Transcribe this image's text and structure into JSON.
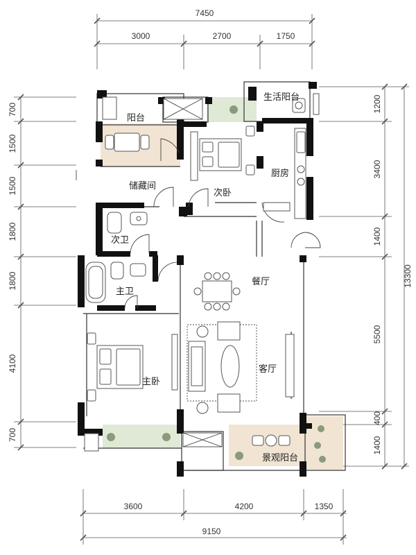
{
  "dimensions": {
    "top_total": "7450",
    "top_segments": [
      "3000",
      "2700",
      "1750"
    ],
    "bottom_segments": [
      "3600",
      "4200",
      "1350"
    ],
    "bottom_total": "9150",
    "left_segments": [
      "700",
      "1500",
      "1500",
      "1800",
      "1800",
      "4100",
      "700"
    ],
    "right_segments": [
      "1200",
      "3400",
      "1400",
      "5500",
      "400",
      "1400"
    ],
    "right_total": "13300"
  },
  "rooms": {
    "balcony": "阳台",
    "storage": "储藏间",
    "second_bedroom": "次卧",
    "kitchen": "厨房",
    "utility_balcony": "生活阳台",
    "second_bath": "次卫",
    "master_bath": "主卫",
    "dining": "餐厅",
    "living": "客厅",
    "master_bedroom": "主卧",
    "view_balcony": "景观阳台"
  },
  "colors": {
    "wall": "#111111",
    "balcony_floor": "#f1e4d2",
    "planter": "#dfe9d6"
  }
}
